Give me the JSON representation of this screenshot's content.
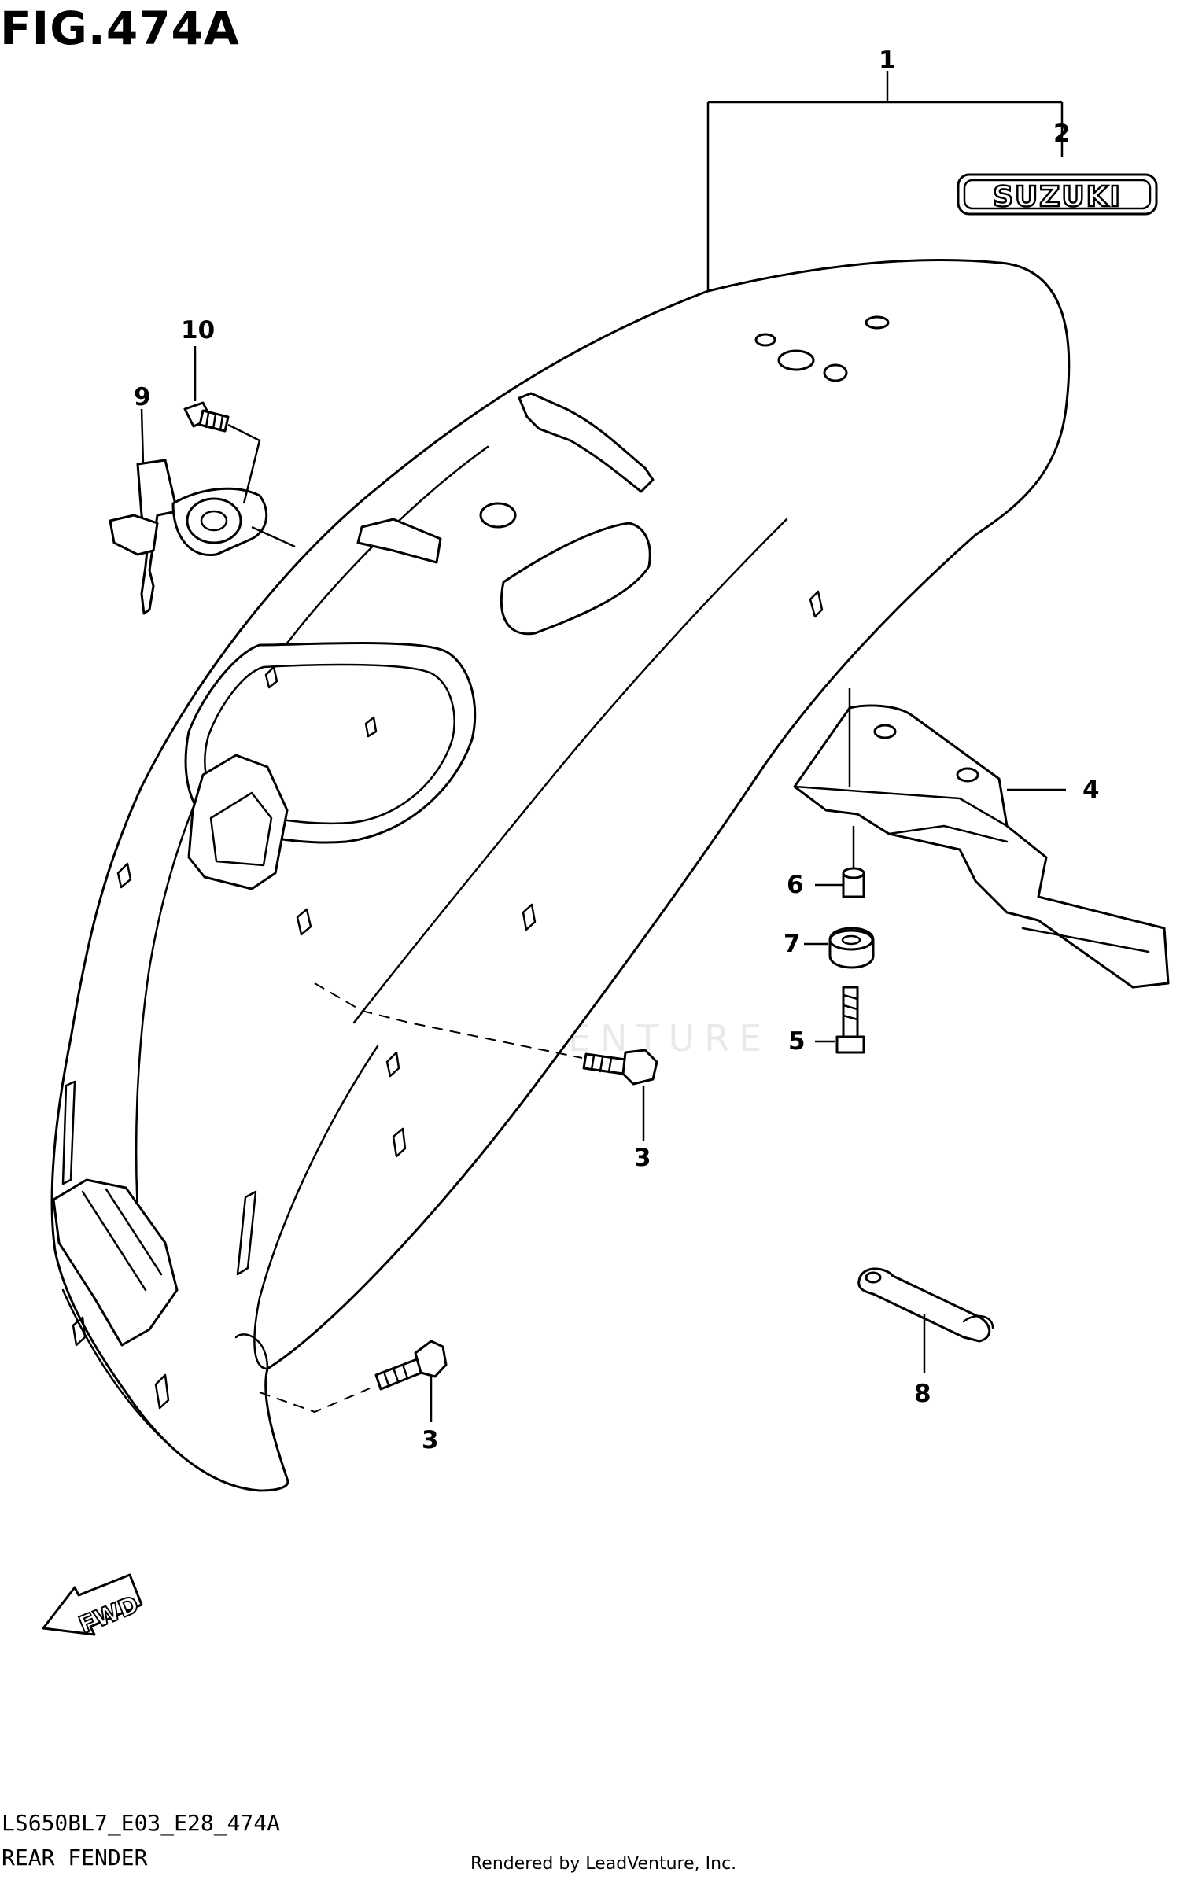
{
  "figure": {
    "title": "FIG.474A",
    "code": "LS650BL7_E03_E28_474A",
    "name": "REAR FENDER",
    "rendered_by": "Rendered by LeadVenture, Inc."
  },
  "emblem_text": "SUZUKI",
  "fwd_text": "FWD",
  "watermark_text": "LEADVENTURE",
  "callouts": [
    "1",
    "2",
    "3",
    "3",
    "4",
    "5",
    "6",
    "7",
    "8",
    "9",
    "10"
  ],
  "parts": [
    {
      "ref": "1",
      "part": "rear-fender"
    },
    {
      "ref": "2",
      "part": "suzuki-emblem"
    },
    {
      "ref": "3",
      "part": "fender-bolt-upper"
    },
    {
      "ref": "3",
      "part": "fender-bolt-lower"
    },
    {
      "ref": "4",
      "part": "grab-bracket"
    },
    {
      "ref": "5",
      "part": "bracket-bolt"
    },
    {
      "ref": "6",
      "part": "spacer"
    },
    {
      "ref": "7",
      "part": "cushion"
    },
    {
      "ref": "8",
      "part": "wire-clamp"
    },
    {
      "ref": "9",
      "part": "seat-lock-and-key"
    },
    {
      "ref": "10",
      "part": "lock-screw"
    }
  ]
}
